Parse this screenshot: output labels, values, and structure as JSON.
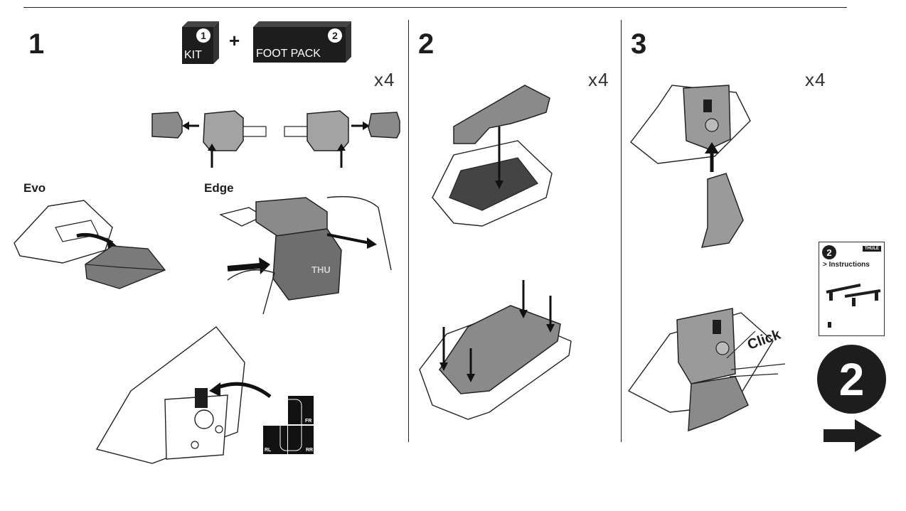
{
  "steps": [
    {
      "number": "1",
      "quantity": "x4"
    },
    {
      "number": "2",
      "quantity": "x4"
    },
    {
      "number": "3",
      "quantity": "x4"
    }
  ],
  "kit_box": {
    "badge": "1",
    "label": "KIT"
  },
  "plus": "+",
  "foot_pack_box": {
    "badge": "2",
    "label": "FOOT PACK"
  },
  "variants": {
    "evo": "Evo",
    "edge": "Edge"
  },
  "foot_brand": "THU",
  "position_grid": {
    "fr": "FR",
    "rl": "RL",
    "rr": "RR"
  },
  "click_label": "Click",
  "next_booklet": {
    "badge": "2",
    "title": "> Instructions",
    "brand": "THULE"
  },
  "next_step": {
    "number": "2"
  },
  "colors": {
    "ink": "#1d1d1d",
    "part_gray": "#9a9a9a",
    "part_dark": "#6e6e6e",
    "line": "#222222"
  }
}
